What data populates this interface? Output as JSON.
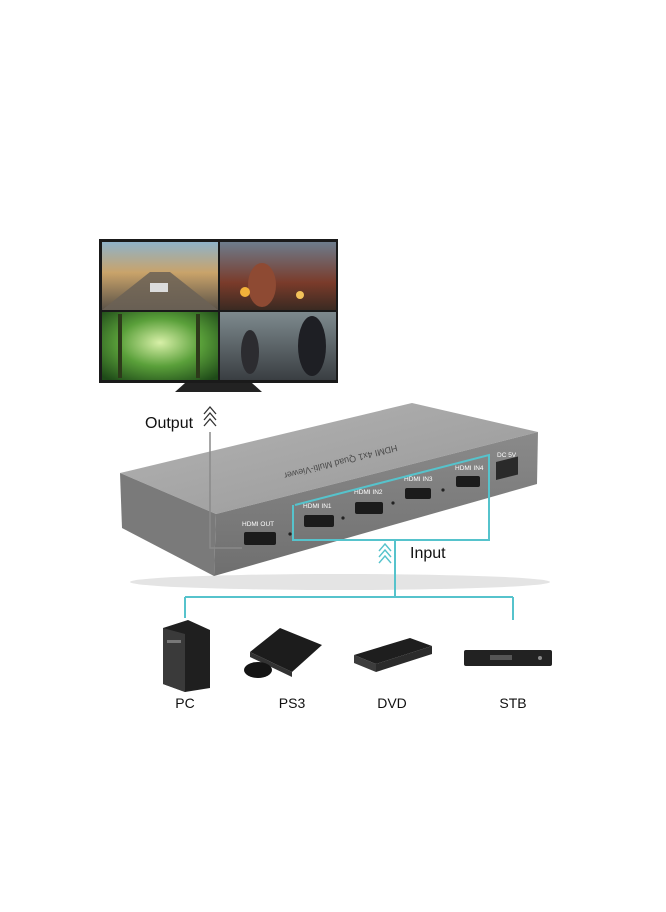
{
  "labels": {
    "output": "Output",
    "input": "Input"
  },
  "device": {
    "name_text": "HDMI 4x1 Quad Multi-Viewer",
    "dc_label": "DC 5V",
    "ports": {
      "out": "HDMI OUT",
      "in1": "HDMI IN1",
      "in2": "HDMI IN2",
      "in3": "HDMI IN3",
      "in4": "HDMI IN4"
    }
  },
  "sources": [
    {
      "id": "pc",
      "label": "PC",
      "icon": "pc-tower-icon"
    },
    {
      "id": "ps3",
      "label": "PS3",
      "icon": "game-console-icon"
    },
    {
      "id": "dvd",
      "label": "DVD",
      "icon": "dvd-player-icon"
    },
    {
      "id": "stb",
      "label": "STB",
      "icon": "set-top-box-icon"
    }
  ],
  "colors": {
    "connector_line": "#56c3cc",
    "output_line": "#8a8a8a",
    "device_body": "#9a9a9a",
    "device_top": "#a7a7a7",
    "device_front": "#7b7b7b"
  }
}
